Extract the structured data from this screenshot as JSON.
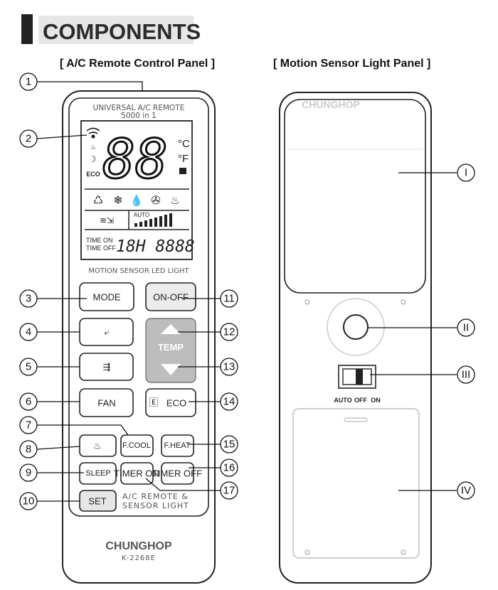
{
  "header": {
    "title": "COMPONENTS"
  },
  "remote_panel": {
    "title": "[ A/C Remote Control Panel ]",
    "top_label_line1": "UNIVERSAL A/C REMOTE",
    "top_label_line2": "5000 in 1",
    "lcd": {
      "digits": "88",
      "unit_c": "°C",
      "unit_f": "°F",
      "fan_auto": "AUTO",
      "time_on": "TIME ON",
      "time_off": "TIME OFF",
      "timer_digits": "18H 8888",
      "eco": "ECO"
    },
    "strip_label": "MOTION SENSOR LED LIGHT",
    "buttons": {
      "mode": "MODE",
      "on_off": "ON-OFF",
      "temp": "TEMP",
      "fan": "FAN",
      "eco": "ECO",
      "fcool": "F.COOL",
      "fheat": "F.HEAT",
      "sleep": "SLEEP",
      "timer_on": "TIMER ON",
      "timer_off": "TIMER OFF",
      "set": "SET"
    },
    "bottom_label_line1": "A/C REMOTE &",
    "bottom_label_line2": "SENSOR LIGHT",
    "brand": "CHUNGHOP",
    "model": "K-2268E",
    "callouts": [
      "1",
      "2",
      "3",
      "4",
      "5",
      "6",
      "7",
      "8",
      "9",
      "10",
      "11",
      "12",
      "13",
      "14",
      "15",
      "16",
      "17"
    ]
  },
  "sensor_panel": {
    "title": "[ Motion Sensor Light Panel ]",
    "switch_labels": [
      "AUTO",
      "OFF",
      "ON"
    ],
    "callouts": [
      "I",
      "II",
      "III",
      "IV"
    ]
  },
  "watermark": "CHUNGHOP"
}
